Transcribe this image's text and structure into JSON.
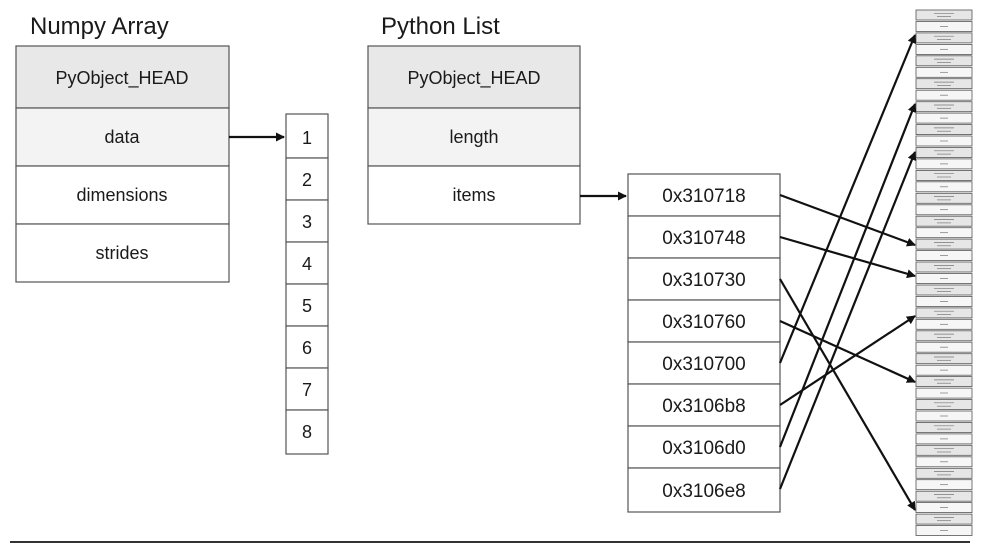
{
  "numpy_array": {
    "title": "Numpy Array",
    "fields": [
      "PyObject_HEAD",
      "data",
      "dimensions",
      "strides"
    ],
    "values": [
      "1",
      "2",
      "3",
      "4",
      "5",
      "6",
      "7",
      "8"
    ]
  },
  "python_list": {
    "title": "Python List",
    "fields": [
      "PyObject_HEAD",
      "length",
      "items"
    ],
    "addresses": [
      "0x310718",
      "0x310748",
      "0x310730",
      "0x310760",
      "0x310700",
      "0x3106b8",
      "0x3106d0",
      "0x3106e8"
    ]
  }
}
